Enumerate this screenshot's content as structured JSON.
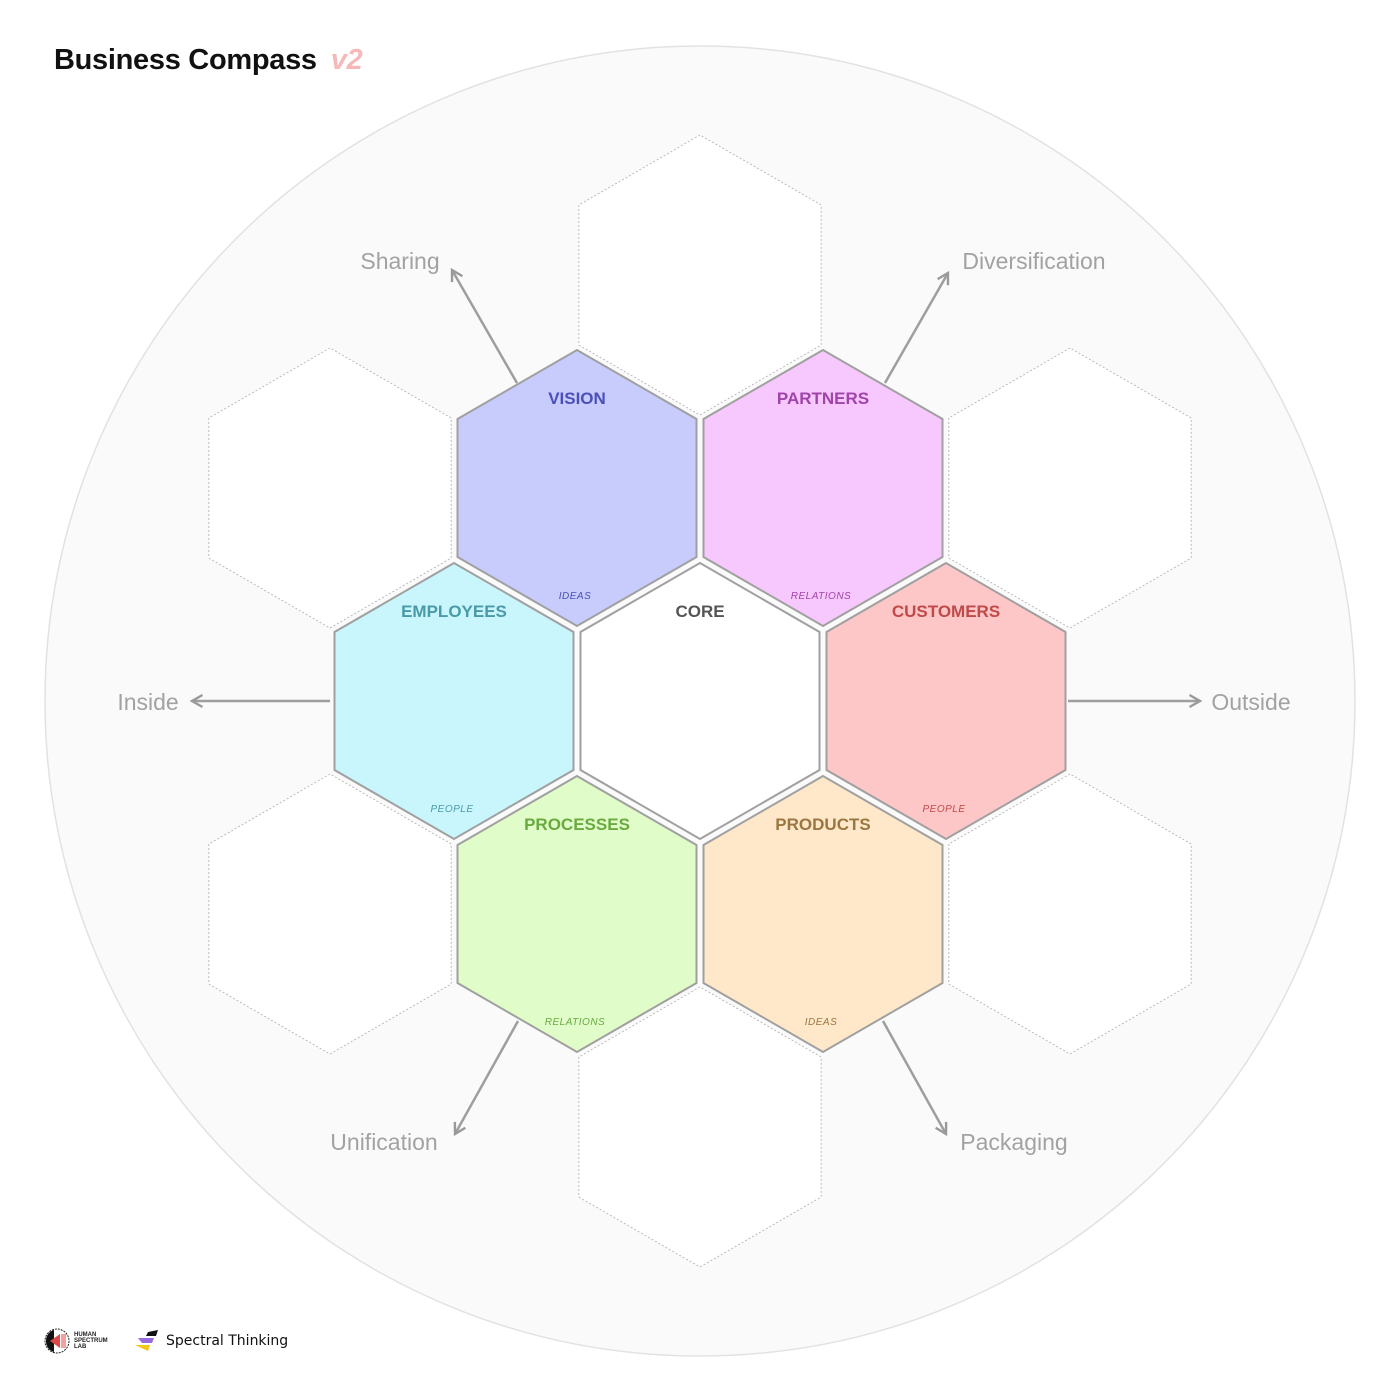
{
  "title": {
    "text": "Business Compass",
    "version": "v2",
    "version_color": "#f6b9b9"
  },
  "hexes": [
    {
      "id": "core",
      "label": "CORE",
      "sublabel": "",
      "fill": "#ffffff",
      "color": "#555555"
    },
    {
      "id": "vision",
      "label": "VISION",
      "sublabel": "IDEAS",
      "fill": "#c8ccfc",
      "color": "#4a50b8"
    },
    {
      "id": "partners",
      "label": "PARTNERS",
      "sublabel": "RELATIONS",
      "fill": "#f7c8fd",
      "color": "#a043aa"
    },
    {
      "id": "customers",
      "label": "CUSTOMERS",
      "sublabel": "PEOPLE",
      "fill": "#fdc7c7",
      "color": "#c04a4a"
    },
    {
      "id": "products",
      "label": "PRODUCTS",
      "sublabel": "IDEAS",
      "fill": "#fee8c9",
      "color": "#9a7640"
    },
    {
      "id": "processes",
      "label": "PROCESSES",
      "sublabel": "RELATIONS",
      "fill": "#e0fcc8",
      "color": "#6aaa40"
    },
    {
      "id": "employees",
      "label": "EMPLOYEES",
      "sublabel": "PEOPLE",
      "fill": "#c8f6fc",
      "color": "#4a9aa8"
    }
  ],
  "directions": [
    {
      "id": "sharing",
      "label": "Sharing"
    },
    {
      "id": "diversification",
      "label": "Diversification"
    },
    {
      "id": "inside",
      "label": "Inside"
    },
    {
      "id": "outside",
      "label": "Outside"
    },
    {
      "id": "unification",
      "label": "Unification"
    },
    {
      "id": "packaging",
      "label": "Packaging"
    }
  ],
  "logos": {
    "human_spectrum_lab": "HUMAN SPECTRUM LAB",
    "spectral_thinking": "Spectral Thinking"
  }
}
